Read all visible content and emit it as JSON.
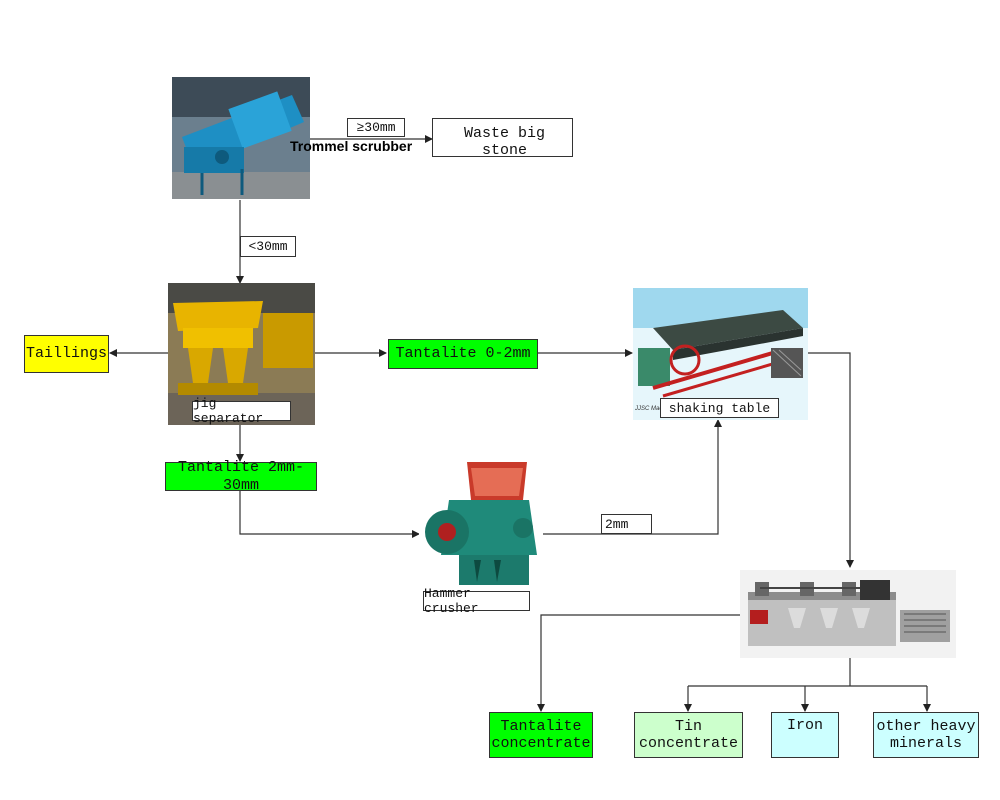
{
  "nodes": {
    "trommel_caption": "Trommel scrubber",
    "size_over": "≥30mm",
    "waste": "Waste big stone",
    "size_under": "<30mm",
    "tailings": "Taillings",
    "jig_caption": "jig separator",
    "tant_fine": "Tantalite 0-2mm",
    "tant_coarse": "Tantalite 2mm-30mm",
    "shaking_caption": "shaking table",
    "size_2mm": "2mm",
    "hammer_caption": "Hammer crusher",
    "tant_conc": "Tantalite\nconcentrate",
    "tin_conc": "Tin\nconcentrate",
    "iron": "Iron",
    "other_heavy": "other heavy\nminerals",
    "table_brand": "JJSC Mac"
  },
  "colors": {
    "yellow": "#ffff00",
    "green": "#00ff00",
    "light_green": "#ccffcc",
    "light_cyan": "#ccffff",
    "line": "#333333"
  },
  "icons": {
    "trommel": "trommel-scrubber-photo",
    "jig": "jig-separator-photo",
    "table": "shaking-table-photo",
    "hammer": "hammer-crusher-photo",
    "magnetic": "magnetic-separator-photo"
  }
}
